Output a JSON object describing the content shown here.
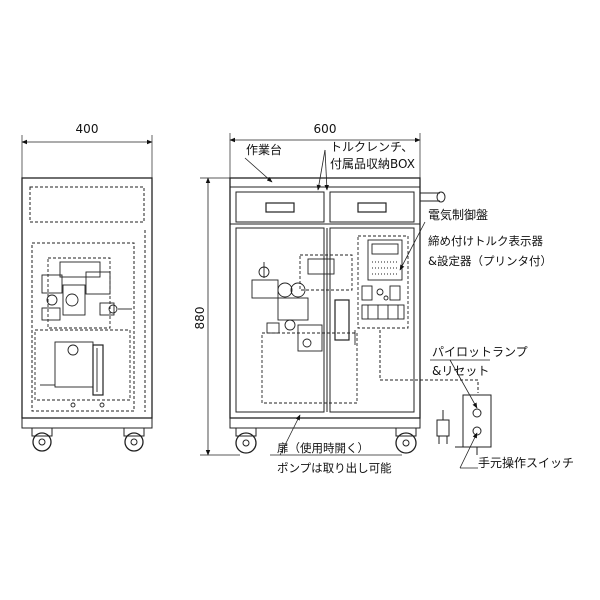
{
  "dimensions": {
    "side_width": "400",
    "front_width": "600",
    "height": "880"
  },
  "labels": {
    "workbench": "作業台",
    "torque_wrench_line1": "トルクレンチ、",
    "torque_wrench_line2": "付属品収納BOX",
    "control_panel": "電気制御盤",
    "torque_display_line1": "締め付けトルク表示器",
    "torque_display_line2": "&設定器（プリンタ付）",
    "pilot_lamp_line1": "パイロットランプ",
    "pilot_lamp_line2": "&リセット",
    "hand_switch": "手元操作スイッチ",
    "door_line1": "扉（使用時開く）",
    "door_line2": "ポンプは取り出し可能"
  }
}
